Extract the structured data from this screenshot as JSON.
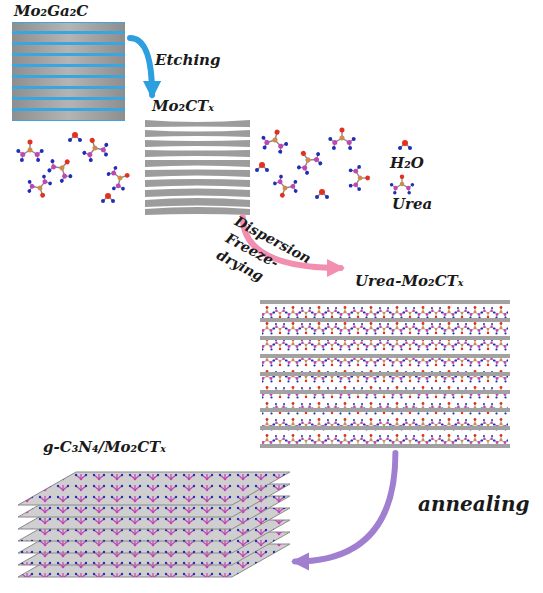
{
  "diagram": {
    "nodes": [
      {
        "text": [
          "Mo₂Ga₂C"
        ]
      },
      {
        "text": [
          "Mo₂CTₓ"
        ]
      },
      {
        "text": [
          "Urea-Mo₂CTₓ"
        ]
      },
      {
        "text": [
          "g-C₃N₄/Mo₂CTₓ"
        ]
      }
    ],
    "edges": [
      {
        "from": 0,
        "to": 1,
        "arrow": "to",
        "label": "Etching"
      },
      {
        "from": 1,
        "to": 2,
        "arrow": "to",
        "label": "Dispersion Freeze-drying"
      },
      {
        "from": 2,
        "to": 3,
        "arrow": "to",
        "label": "annealing"
      }
    ],
    "legend": [
      {
        "text": "H₂O"
      },
      {
        "text": "Urea"
      }
    ]
  }
}
